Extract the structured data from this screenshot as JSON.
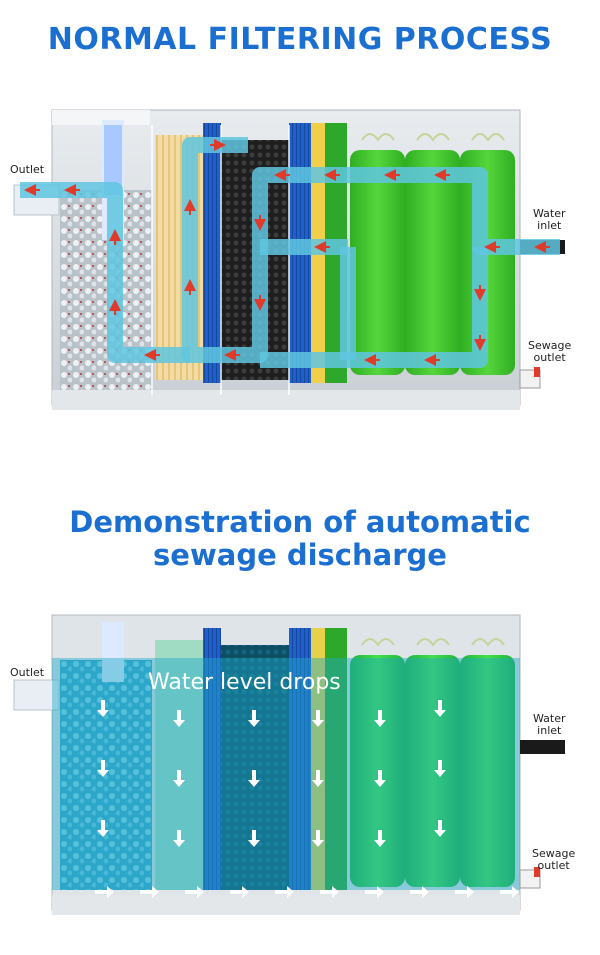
{
  "section1": {
    "title": "NORMAL FILTERING PROCESS",
    "labels": {
      "outlet": "Outlet",
      "water_inlet": "Water\ninlet",
      "sewage_outlet": "Sewage\noutlet"
    }
  },
  "section2": {
    "title": "Demonstration of automatic\nsewage discharge",
    "overlay": "Water level drops",
    "labels": {
      "outlet": "Outlet",
      "water_inlet": "Water\ninlet",
      "sewage_outlet": "Sewage\noutlet"
    }
  },
  "colors": {
    "title": "#1a6fd0",
    "flow_pipe": "#5fc6e0",
    "arrow": "#e03a2a",
    "sponge_black": "#2a2a2a",
    "sponge_yellow": "#f0d79a",
    "blue_panel": "#1a5fd0",
    "green_sponge": "#3cbf2c",
    "water": "#1fa9c9"
  }
}
